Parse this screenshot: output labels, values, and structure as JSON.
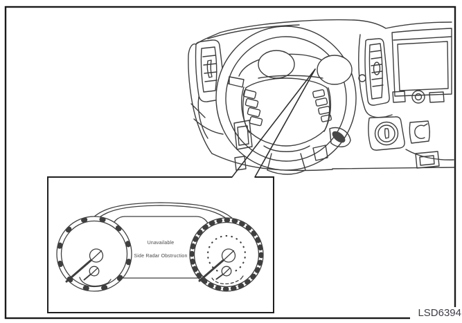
{
  "figure": {
    "code_label": "LSD6394",
    "cluster_display": {
      "message_line1": "Unavailable",
      "message_line2": "Side Radar Obstruction"
    }
  },
  "colors": {
    "background": "#ffffff",
    "line_art": "#3d3d3d",
    "frame_border": "#1b1b1b",
    "code_text": "#3c3c47"
  }
}
